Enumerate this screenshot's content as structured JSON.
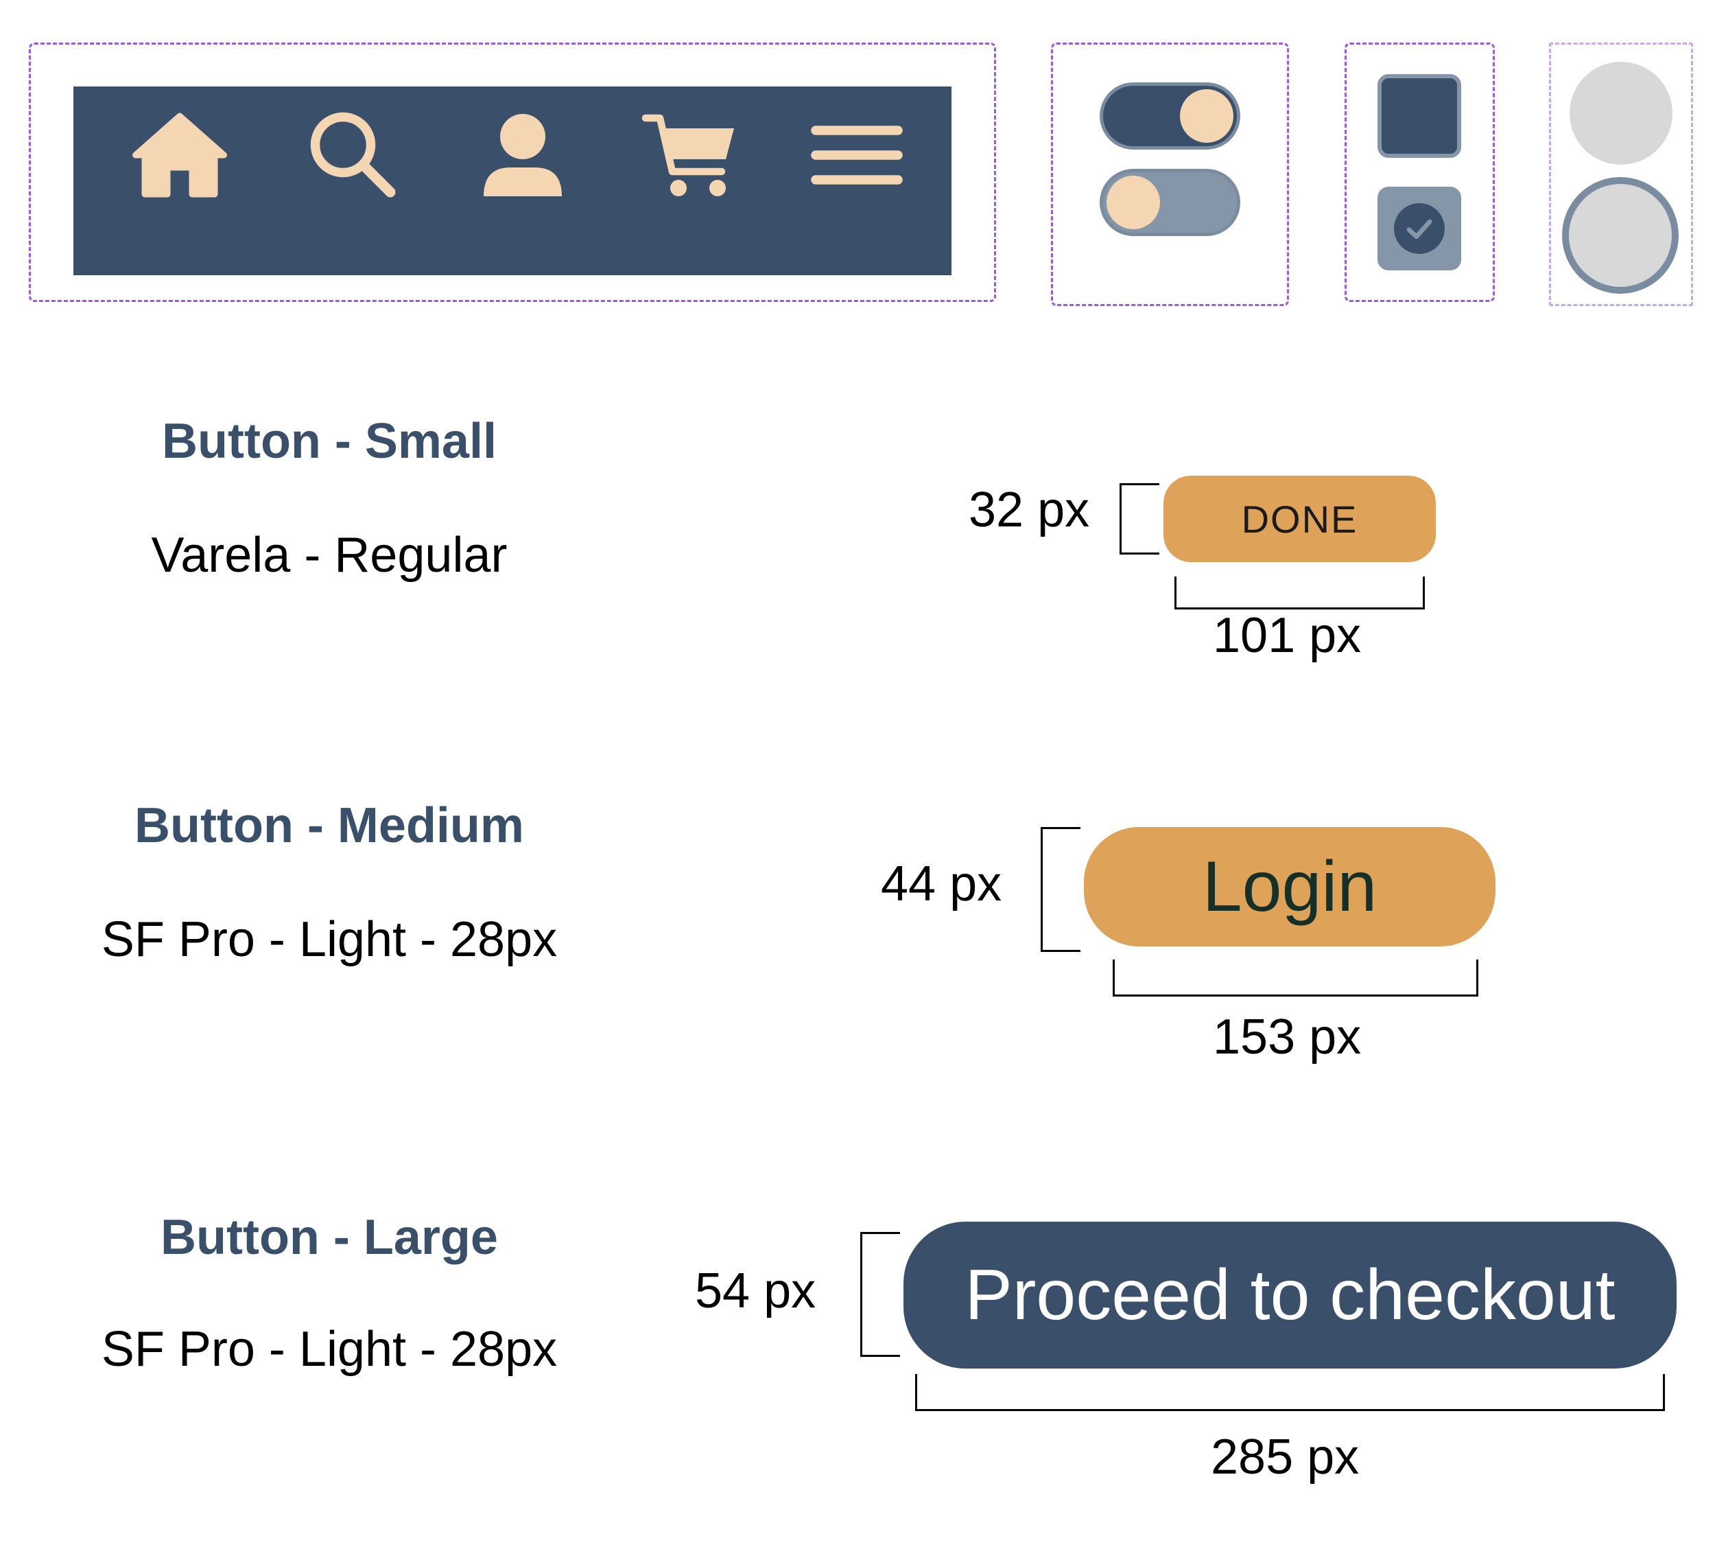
{
  "colors": {
    "navy": "#3a4f69",
    "peach": "#f4d7b2",
    "gold": "#dea359",
    "slate": "#8496a7",
    "dashed_border": "#9b59e0",
    "radio_fill": "#d8d8d8"
  },
  "navbar": {
    "icons": [
      "home-icon",
      "search-icon",
      "user-icon",
      "cart-icon",
      "menu-icon"
    ]
  },
  "toggles": [
    {
      "state": "on"
    },
    {
      "state": "off"
    }
  ],
  "checkboxes": [
    {
      "checked": false
    },
    {
      "checked": true
    }
  ],
  "radios": [
    {
      "selected": false
    },
    {
      "selected": false
    }
  ],
  "buttons": {
    "small": {
      "title": "Button - Small",
      "font": "Varela - Regular",
      "label": "DONE",
      "height": "32 px",
      "width": "101 px"
    },
    "medium": {
      "title": "Button - Medium",
      "font": "SF Pro - Light - 28px",
      "label": "Login",
      "height": "44 px",
      "width": "153 px"
    },
    "large": {
      "title": "Button - Large",
      "font": "SF Pro - Light - 28px",
      "label": "Proceed to checkout",
      "height": "54 px",
      "width": "285 px"
    }
  }
}
